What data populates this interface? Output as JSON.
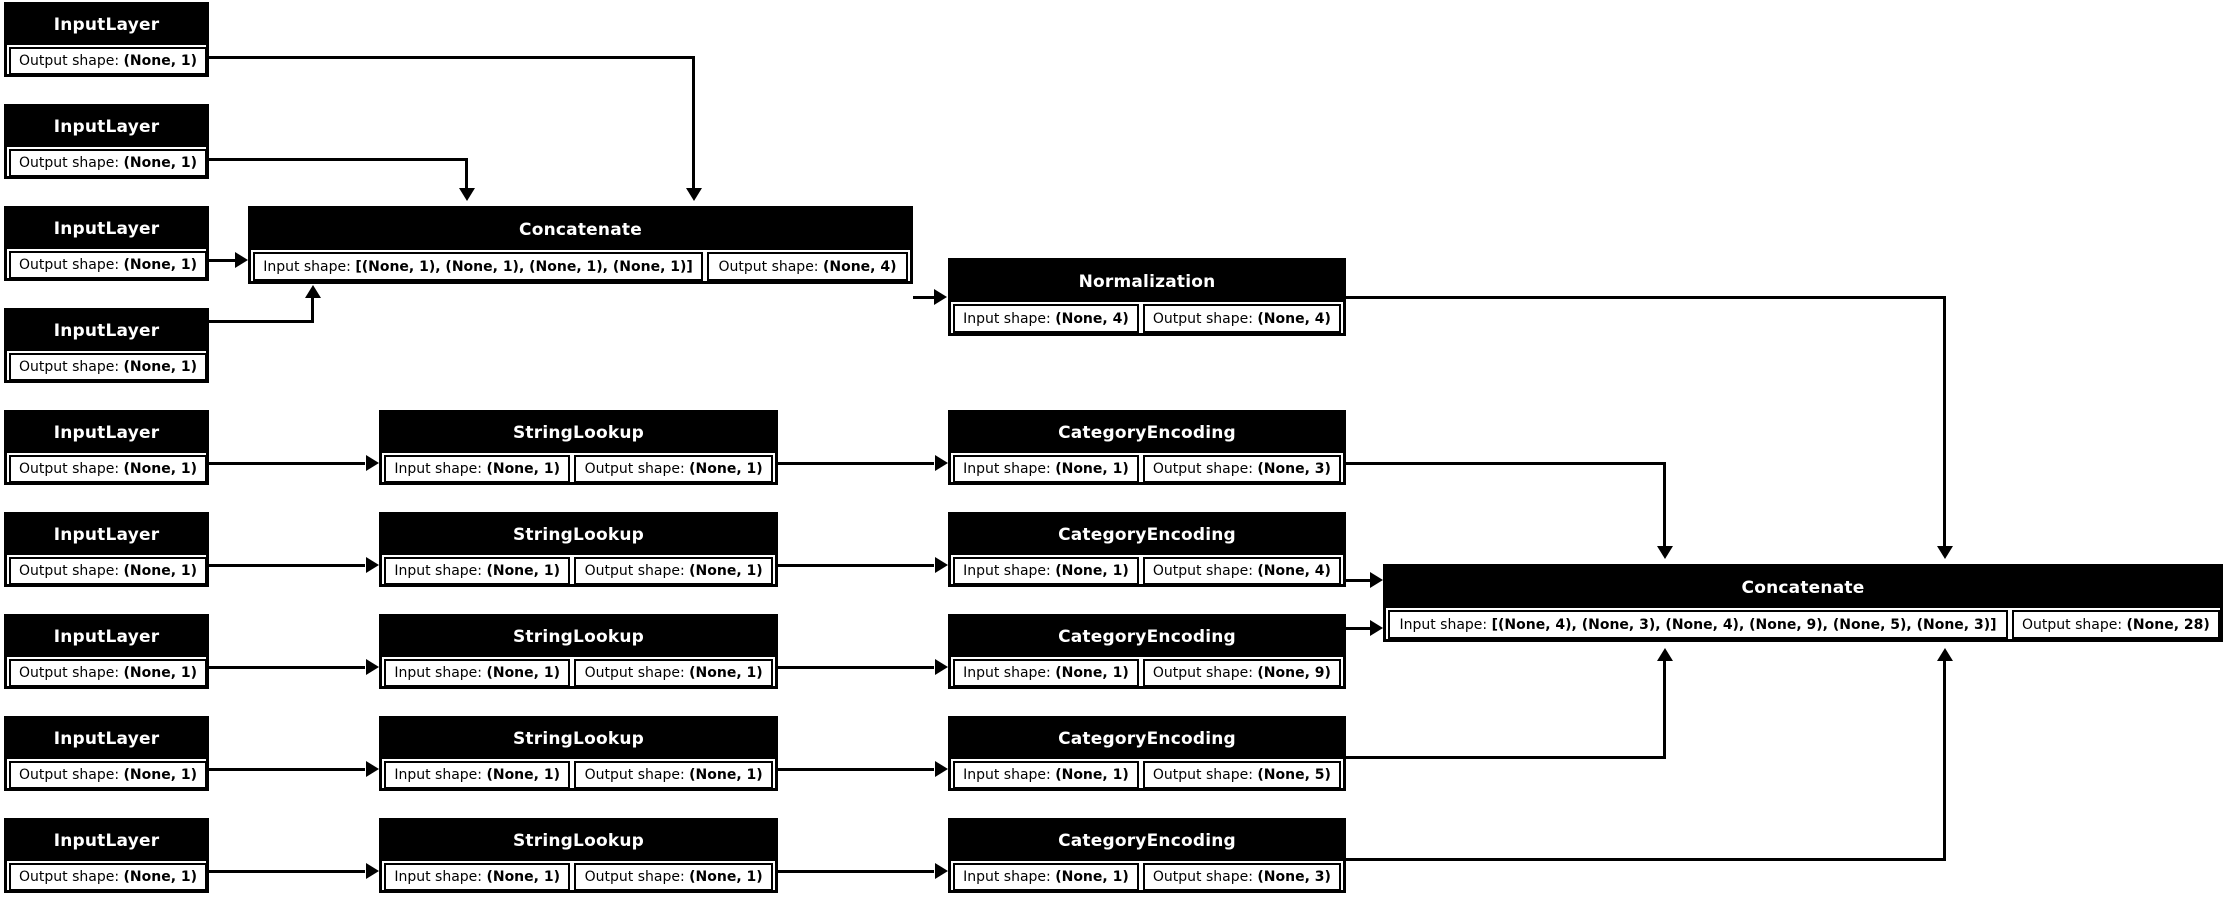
{
  "diagram": {
    "type": "keras-model-architecture",
    "background": "#ffffff",
    "node_fill": "#000000",
    "node_text": "#ffffff",
    "shape_fill": "#ffffff",
    "shape_text": "#000000",
    "labels": {
      "input_shape": "Input shape:",
      "output_shape": "Output shape:"
    }
  },
  "numeric_inputs": [
    {
      "title": "InputLayer",
      "output_shape": "(None, 1)"
    },
    {
      "title": "InputLayer",
      "output_shape": "(None, 1)"
    },
    {
      "title": "InputLayer",
      "output_shape": "(None, 1)"
    },
    {
      "title": "InputLayer",
      "output_shape": "(None, 1)"
    }
  ],
  "numeric_concat": {
    "title": "Concatenate",
    "input_shape": "[(None, 1), (None, 1), (None, 1), (None, 1)]",
    "output_shape": "(None, 4)"
  },
  "normalization": {
    "title": "Normalization",
    "input_shape": "(None, 4)",
    "output_shape": "(None, 4)"
  },
  "categorical_rows": [
    {
      "input": {
        "title": "InputLayer",
        "output_shape": "(None, 1)"
      },
      "lookup": {
        "title": "StringLookup",
        "input_shape": "(None, 1)",
        "output_shape": "(None, 1)"
      },
      "encoding": {
        "title": "CategoryEncoding",
        "input_shape": "(None, 1)",
        "output_shape": "(None, 3)"
      }
    },
    {
      "input": {
        "title": "InputLayer",
        "output_shape": "(None, 1)"
      },
      "lookup": {
        "title": "StringLookup",
        "input_shape": "(None, 1)",
        "output_shape": "(None, 1)"
      },
      "encoding": {
        "title": "CategoryEncoding",
        "input_shape": "(None, 1)",
        "output_shape": "(None, 4)"
      }
    },
    {
      "input": {
        "title": "InputLayer",
        "output_shape": "(None, 1)"
      },
      "lookup": {
        "title": "StringLookup",
        "input_shape": "(None, 1)",
        "output_shape": "(None, 1)"
      },
      "encoding": {
        "title": "CategoryEncoding",
        "input_shape": "(None, 1)",
        "output_shape": "(None, 9)"
      }
    },
    {
      "input": {
        "title": "InputLayer",
        "output_shape": "(None, 1)"
      },
      "lookup": {
        "title": "StringLookup",
        "input_shape": "(None, 1)",
        "output_shape": "(None, 1)"
      },
      "encoding": {
        "title": "CategoryEncoding",
        "input_shape": "(None, 1)",
        "output_shape": "(None, 5)"
      }
    },
    {
      "input": {
        "title": "InputLayer",
        "output_shape": "(None, 1)"
      },
      "lookup": {
        "title": "StringLookup",
        "input_shape": "(None, 1)",
        "output_shape": "(None, 1)"
      },
      "encoding": {
        "title": "CategoryEncoding",
        "input_shape": "(None, 1)",
        "output_shape": "(None, 3)"
      }
    }
  ],
  "final_concat": {
    "title": "Concatenate",
    "input_shape": "[(None, 4), (None, 3), (None, 4), (None, 9), (None, 5), (None, 3)]",
    "output_shape": "(None, 28)"
  }
}
